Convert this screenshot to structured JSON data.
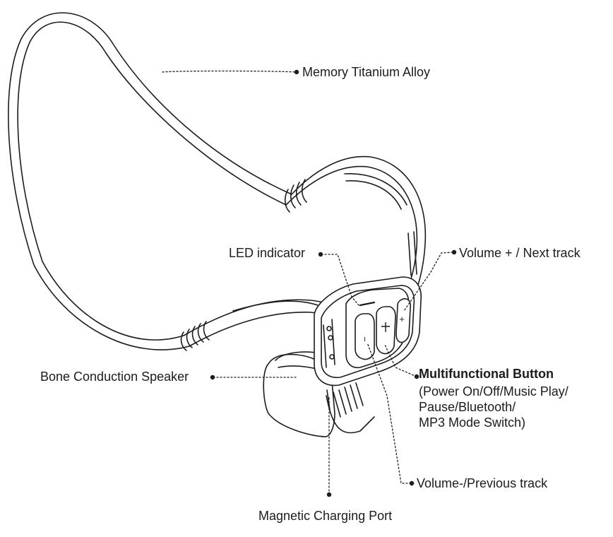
{
  "labels": {
    "memory_titanium_alloy": "Memory Titanium Alloy",
    "led_indicator": "LED indicator",
    "volume_plus": "Volume + / Next track",
    "bone_conduction_speaker": "Bone Conduction Speaker",
    "multifunctional_button": {
      "title": "Multifunctional Button",
      "line1": "(Power On/Off/Music Play/",
      "line2": "Pause/Bluetooth/",
      "line3": "MP3 Mode Switch)"
    },
    "volume_minus": "Volume-/Previous track",
    "magnetic_charging_port": "Magnetic Charging Port"
  },
  "button_glyphs": {
    "plus": "+",
    "minus": "−"
  },
  "colors": {
    "line": "#1c1c1c",
    "fill": "#ffffff"
  }
}
